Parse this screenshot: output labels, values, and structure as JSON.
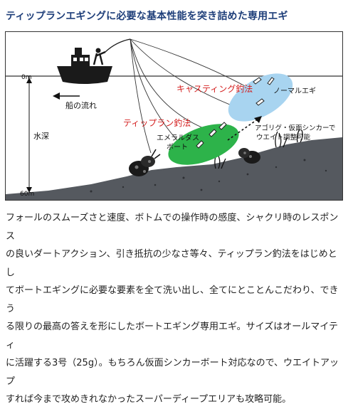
{
  "heading": "ティップランエギングに必要な基本性能を突き詰めた専用エギ",
  "diagram": {
    "depth_top": "0m",
    "depth_bottom": "60m",
    "depth_label": "水深",
    "boat_drift": "船の流れ",
    "casting_method": "キャスティング釣法",
    "normal_egi": "ノーマルエギ",
    "tip_run_method": "ティップラン釣法",
    "emerald_line1": "エメラルダス",
    "emerald_line2": "ボート",
    "sinker_line1": "アゴリグ・仮面シンカーで",
    "sinker_line2": "ウエイト調整可能",
    "colors": {
      "heading": "#1f3f7a",
      "casting_zone": "#a8d4f0",
      "tip_run_zone": "#2db34a",
      "method_label": "#d42020",
      "seabed": "#55595f"
    }
  },
  "description": "フォールのスムーズさと速度、ボトムでの操作時の感度、シャクリ時のレスポンス\nの良いダートアクション、引き抵抗の少なさ等々、ティップラン釣法をはじめとし\nてボートエギングに必要な要素を全て洗い出し、全てにとことんこだわり、できう\nる限りの最高の答えを形にしたボートエギング専用エギ。サイズはオールマイティ\nに活躍する3号（25g）。もちろん仮面シンカーボート対応なので、ウエイトアップ\nすれば今まで攻めきれなかったスーパーディープエリアも攻略可能。"
}
